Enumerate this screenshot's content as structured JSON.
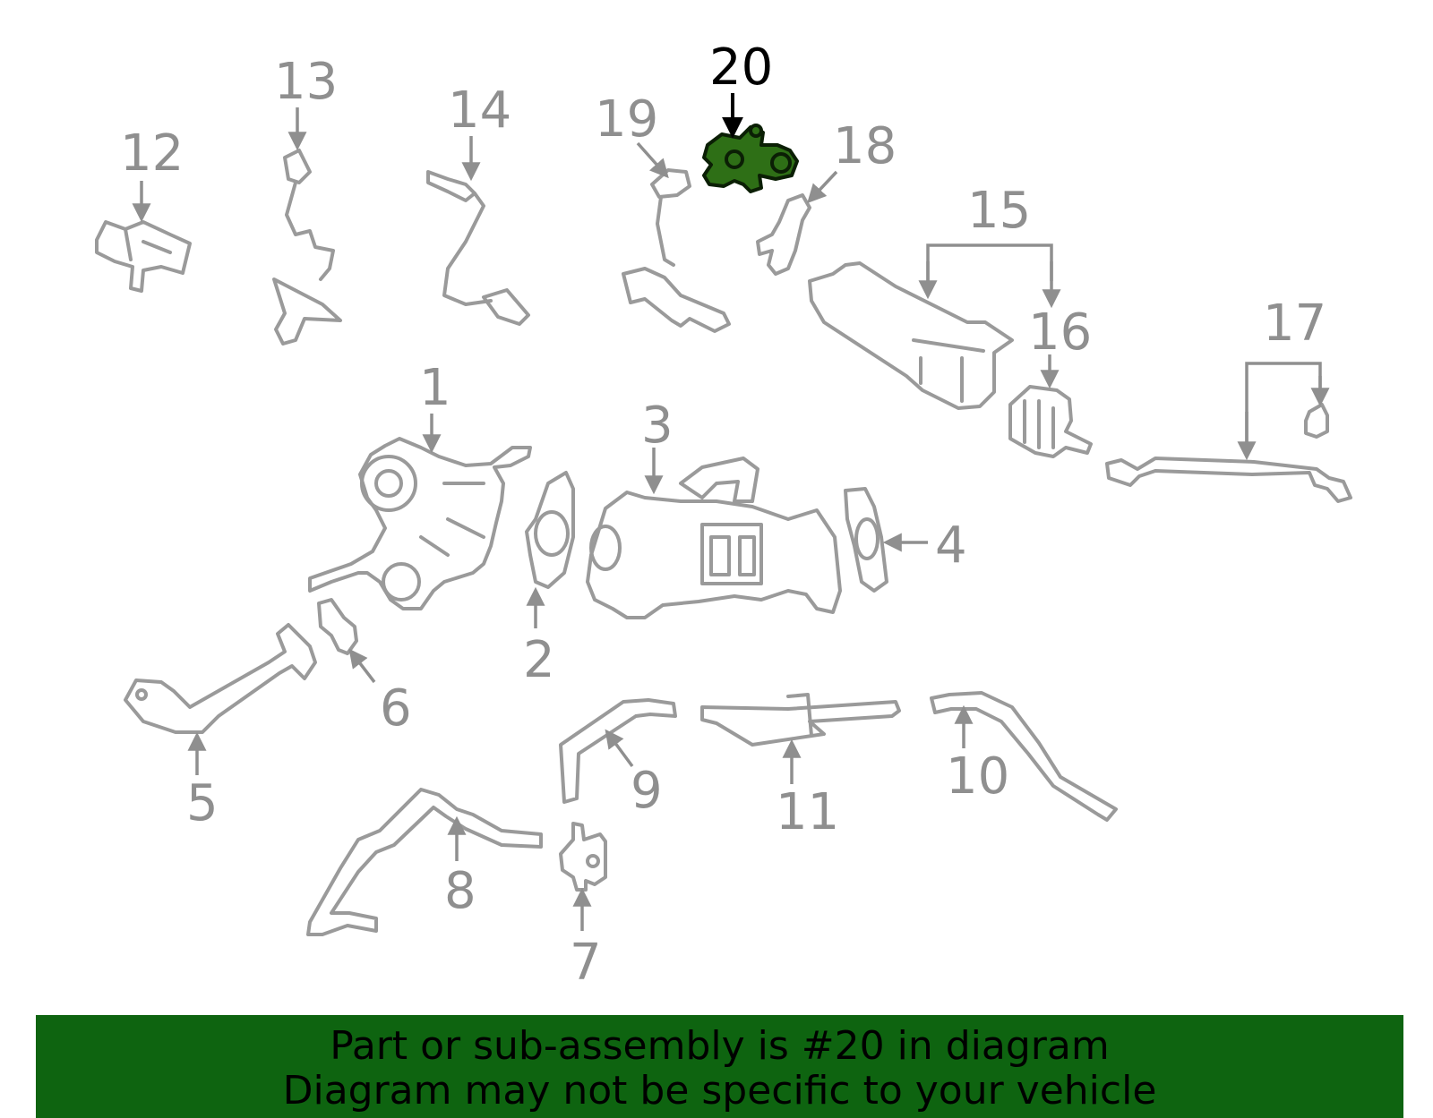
{
  "diagram": {
    "highlight_color": "#0e6410",
    "callouts": [
      "1",
      "2",
      "3",
      "4",
      "5",
      "6",
      "7",
      "8",
      "9",
      "10",
      "11",
      "12",
      "13",
      "14",
      "15",
      "16",
      "17",
      "18",
      "19",
      "20"
    ],
    "highlighted_part": "20"
  },
  "banner": {
    "line1": "Part or sub-assembly is #20 in diagram",
    "line2": "Diagram may not be specific to your vehicle"
  }
}
